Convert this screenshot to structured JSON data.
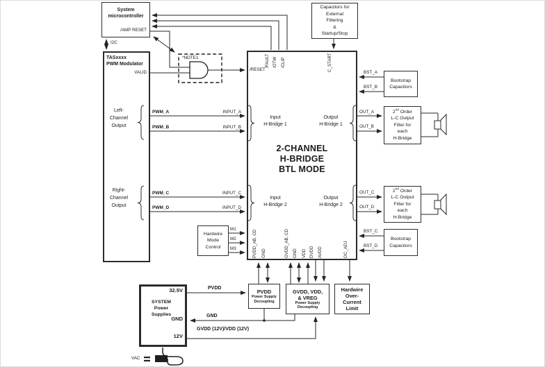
{
  "diagram": {
    "sys_micro": {
      "title": "System\nmicrocontroller",
      "amp_reset": "/AMP RESET"
    },
    "i2c": "I2C",
    "tas": {
      "title": "TASxxxx\nPWM Modulator",
      "valid": "VALID",
      "left": "Left-\nChannel\nOutput",
      "right": "Right-\nChannel\nOutput"
    },
    "note1": "*NOTE1",
    "caps_box": "Capacitors for\nExternal\nFiltering\n&\nStartup/Stop",
    "main": {
      "reset": "/RESET",
      "fault": "/FAULT",
      "otw": "/OTW",
      "clip": "/CLIP",
      "c_start": "C_START",
      "title": "2-CHANNEL\nH-BRIDGE\nBTL MODE",
      "input_hb1": "Input\nH-Bridge 1",
      "output_hb1": "Output\nH-Bridge 1",
      "input_hb2": "Input\nH-Bridge 2",
      "output_hb2": "Output\nH-Bridge 2",
      "bottom_pins": [
        "PVDD_AB, CD",
        "GND",
        "GVDD_AB, CD",
        "GND",
        "VDD",
        "DVDD",
        "AVDD",
        "OC_ADJ"
      ]
    },
    "signals": {
      "pwm_a": "PWM_A",
      "pwm_b": "PWM_B",
      "pwm_c": "PWM_C",
      "pwm_d": "PWM_D",
      "input_a": "INPUT_A",
      "input_b": "INPUT_B",
      "input_c": "INPUT_C",
      "input_d": "INPUT_D",
      "m1": "M1",
      "m2": "M2",
      "m3": "M3",
      "bst_a": "BST_A",
      "bst_b": "BST_B",
      "bst_c": "BST_C",
      "bst_d": "BST_D",
      "out_a": "OUT_A",
      "out_b": "OUT_B",
      "out_c": "OUT_C",
      "out_d": "OUT_D"
    },
    "bootstrap": "Bootstrap\nCapacitors",
    "filter": {
      "num": "2",
      "sup": "nd",
      "order": " Order",
      "rest": "L-C Output\nFilter for\neach\nH-Bridge"
    },
    "hardwire_mode": "Hardwire\nMode\nControl",
    "pvdd_box": {
      "title": "PVDD",
      "sub": "Power Supply\nDecoupling"
    },
    "gvdd_box": {
      "title": "GVDD, VDD,\n& VREG",
      "sub": "Power Supply\nDecoupling"
    },
    "oc_box": "Hardwire\nOver-\nCurrent\nLimit",
    "system_ps": {
      "v1": "32.5V",
      "title": "SYSTEM\nPower\nSupplies",
      "gnd": "GND",
      "v2": "12V"
    },
    "power_wires": {
      "pvdd": "PVDD",
      "gnd": "GND",
      "gvdd_vdd": "GVDD (12V)/VDD (12V)",
      "vac": "VAC"
    },
    "colors": {
      "line": "#262626",
      "background": "#ffffff"
    }
  }
}
